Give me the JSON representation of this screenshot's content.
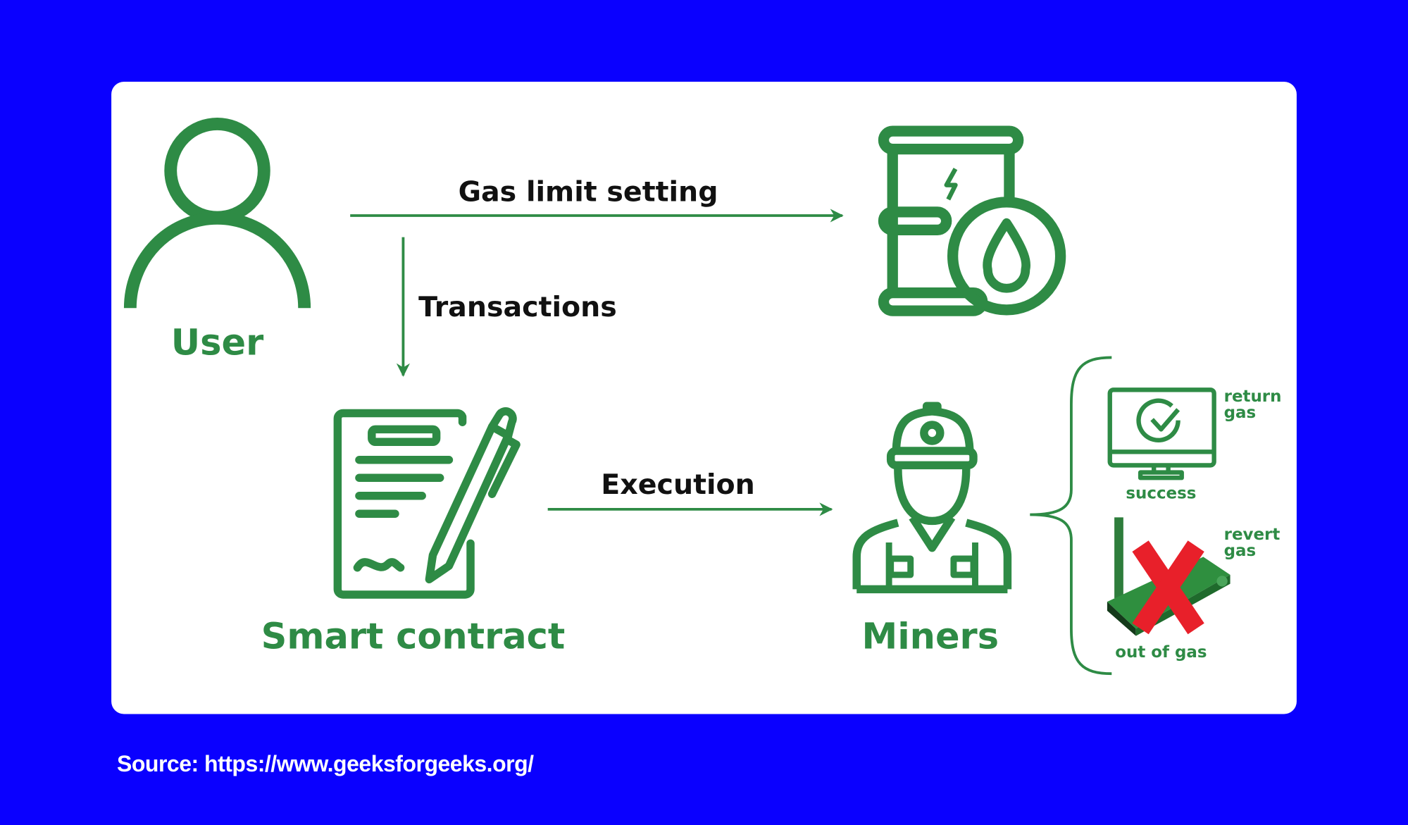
{
  "diagram": {
    "nodes": {
      "user": "User",
      "smart_contract": "Smart contract",
      "miners": "Miners",
      "gas_barrel_icon": "fuel-barrel-icon"
    },
    "edges": {
      "gas_limit": "Gas limit setting",
      "transactions": "Transactions",
      "execution": "Execution"
    },
    "outcomes": {
      "success_label": "success",
      "success_note_line1": "return",
      "success_note_line2": "gas",
      "failure_label": "out of gas",
      "failure_note_line1": "revert",
      "failure_note_line2": "gas"
    },
    "colors": {
      "green": "#2e8b45",
      "background": "#0a00ff",
      "cross": "#e8202a"
    }
  },
  "source": "Source: https://www.geeksforgeeks.org/"
}
